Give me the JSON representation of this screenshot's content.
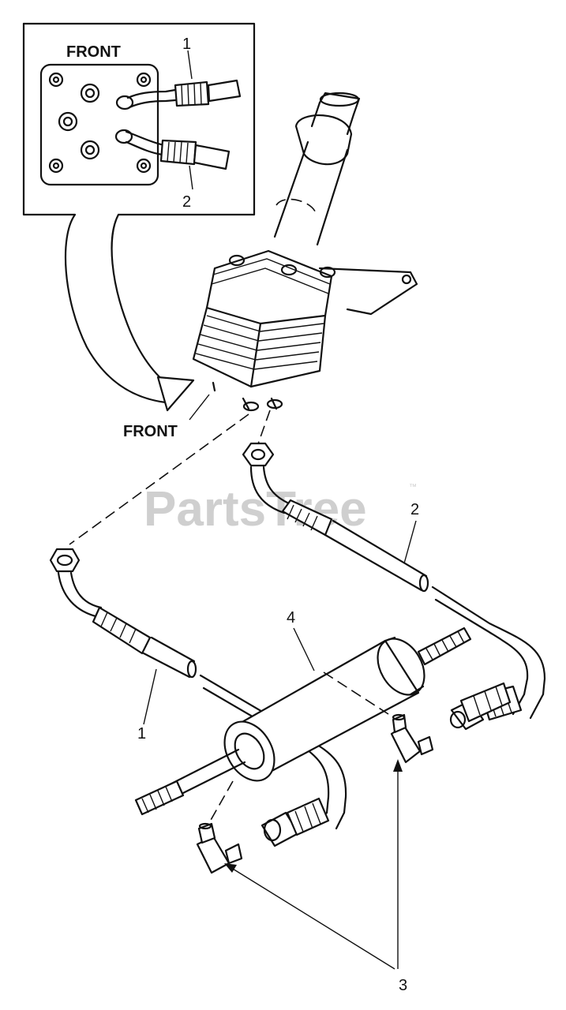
{
  "diagram": {
    "inset_label": "FRONT",
    "front_label": "FRONT",
    "callouts": {
      "inset_1": "1",
      "inset_2": "2",
      "hose_1": "1",
      "hose_2": "2",
      "fittings_3": "3",
      "cylinder_4": "4"
    },
    "watermark": "PartsTree",
    "watermark_tm": "™"
  }
}
